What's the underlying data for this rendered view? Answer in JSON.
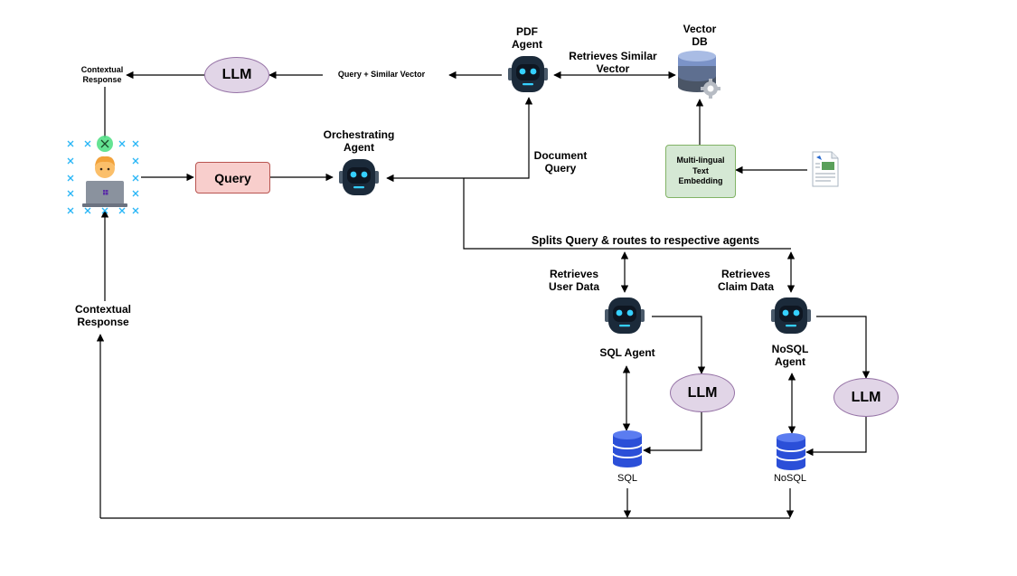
{
  "labels": {
    "contextual_response_top": "Contextual\nResponse",
    "contextual_response_left": "Contextual\nResponse",
    "query_similar_vector": "Query + Similar Vector",
    "pdf_agent": "PDF\nAgent",
    "retrieves_similar_vector": "Retrieves Similar\nVector",
    "vector_db": "Vector\nDB",
    "orchestrating_agent": "Orchestrating\nAgent",
    "document_query": "Document\nQuery",
    "splits_query": "Splits Query & routes to respective agents",
    "retrieves_user_data": "Retrieves\nUser Data",
    "retrieves_claim_data": "Retrieves\nClaim Data",
    "sql_agent": "SQL Agent",
    "nosql_agent": "NoSQL\nAgent",
    "sql": "SQL",
    "nosql": "NoSQL"
  },
  "nodes": {
    "llm_top": "LLM",
    "llm_sql": "LLM",
    "llm_nosql": "LLM",
    "query_box": "Query",
    "embedding_box": "Multi-lingual\nText\nEmbedding"
  },
  "colors": {
    "llm_fill": "#e1d5e7",
    "llm_stroke": "#9673a6",
    "query_fill": "#f8cecc",
    "query_stroke": "#b85450",
    "embedding_fill": "#d5e8d4",
    "embedding_stroke": "#82b366",
    "robot_body": "#1b2a3a",
    "robot_eyes": "#35d0ff",
    "database_blue": "#2b4fd8",
    "selection_cross": "#29b6f6",
    "selection_handle": "#4ade80"
  },
  "icons": {
    "robot": "robot-icon",
    "vector_db": "database-gear-icon",
    "sql_db": "database-icon",
    "nosql_db": "database-icon",
    "user": "user-laptop-icon",
    "document": "document-icon"
  }
}
